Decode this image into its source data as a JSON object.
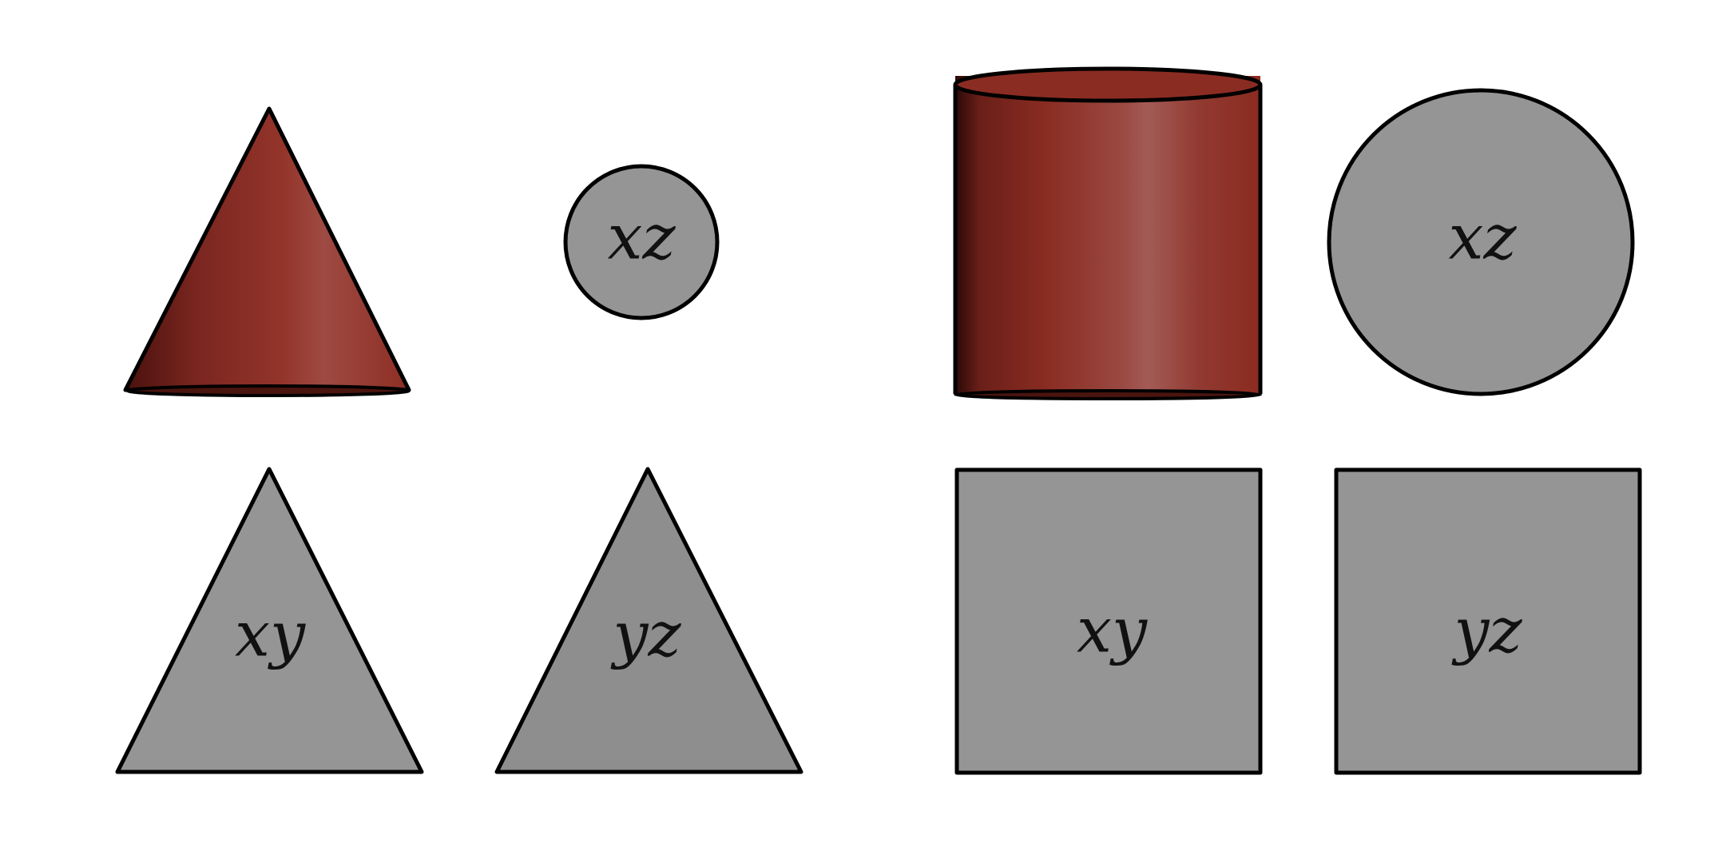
{
  "colors": {
    "solid": "#8b2c22",
    "solid_dark": "#3a0d0a",
    "solid_highlight": "#a45a55",
    "projection_fill": "#959595",
    "outline": "#000000",
    "background": "#ffffff"
  },
  "cone": {
    "solid": "cone",
    "projections": {
      "top": "xz",
      "front": "xy",
      "side": "yz"
    }
  },
  "cylinder": {
    "solid": "cylinder",
    "projections": {
      "top": "xz",
      "front": "xy",
      "side": "yz"
    }
  }
}
